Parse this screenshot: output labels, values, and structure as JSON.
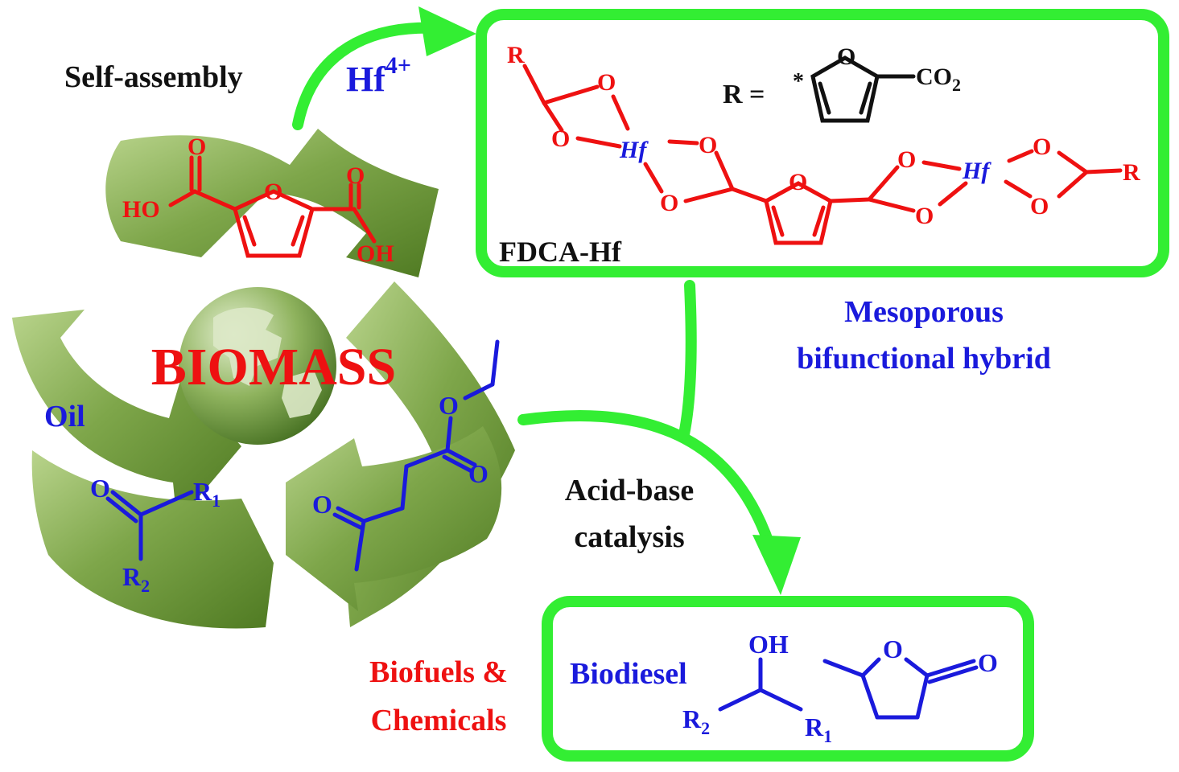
{
  "colors": {
    "green_box": "#33ee33",
    "leaf_dark": "#5d8a2c",
    "leaf_light": "#a8c87a",
    "globe_light": "#cfe2b0",
    "red": "#ee1111",
    "blue": "#1a1adc",
    "black": "#111111"
  },
  "labels": {
    "self_assembly": "Self-assembly",
    "hf_ion_base": "Hf",
    "hf_ion_charge": "4+",
    "fdca_hf": "FDCA-Hf",
    "mesoporous_line1": "Mesoporous",
    "mesoporous_line2": "bifunctional hybrid",
    "acid_base_line1": "Acid-base",
    "acid_base_line2": "catalysis",
    "biofuels_line1": "Biofuels &",
    "biofuels_line2": "Chemicals",
    "biodiesel": "Biodiesel",
    "biomass": "BIOMASS",
    "oil": "Oil"
  },
  "structure": {
    "r_symbol": "R",
    "r_equals": "R =",
    "asterisk": "*",
    "co2_base": "CO",
    "co2_sub": "2",
    "o": "O",
    "hf": "Hf",
    "ho": "HO",
    "oh": "OH",
    "r_base": "R",
    "sub_1": "1",
    "sub_2": "2"
  }
}
